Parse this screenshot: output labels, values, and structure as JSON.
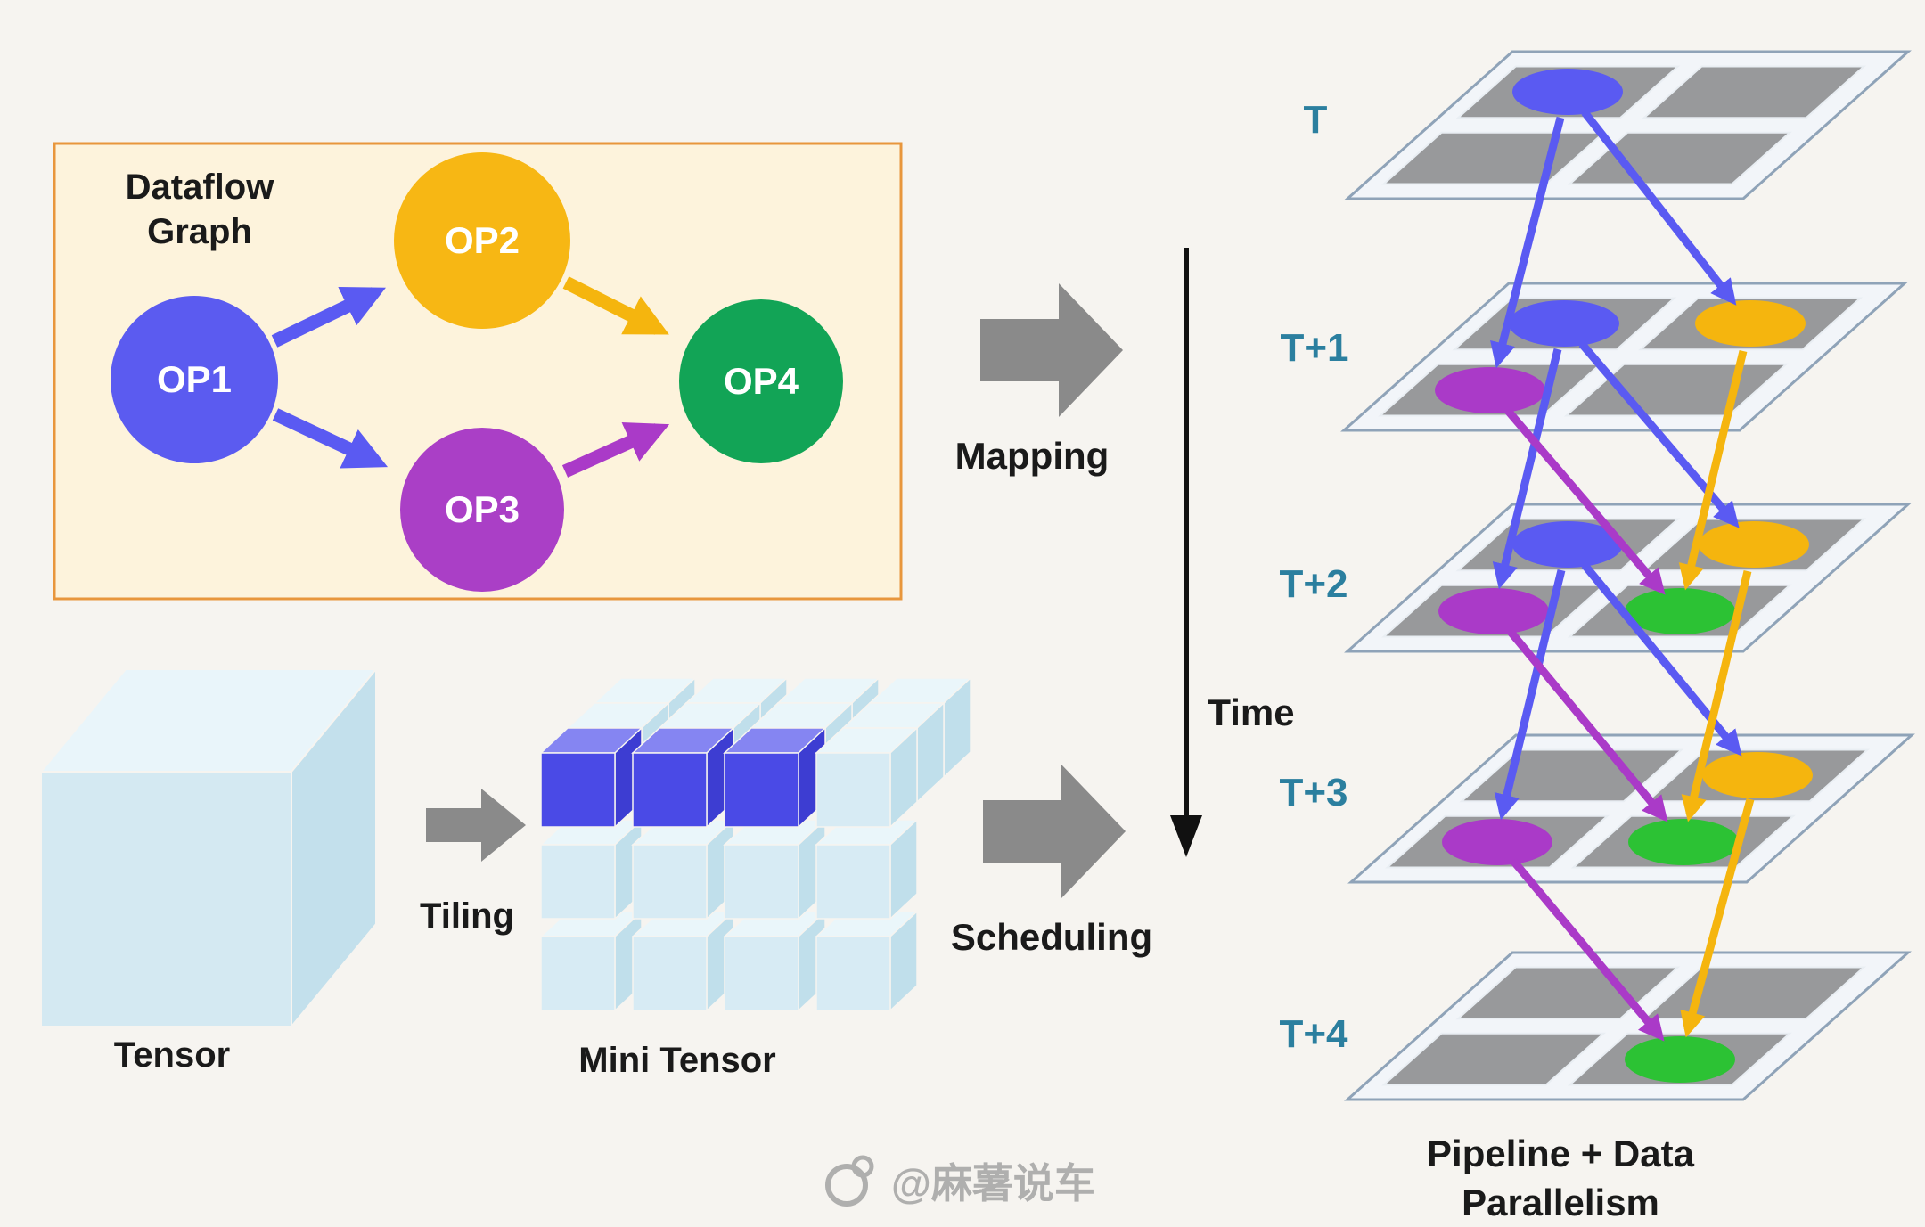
{
  "colors": {
    "background": "#f6f4f0",
    "blue": "#5a5af2",
    "yellow": "#f5b50e",
    "purple": "#aa3ac8",
    "green": "#2cc234",
    "green_dark": "#12a456",
    "gray_arrow": "#8a8a8a",
    "teal_label": "#2b7f9f",
    "dataflow_box_bg": "#fdf3dc",
    "dataflow_box_border": "#e8963c",
    "tile_gray": "#98999b"
  },
  "dataflow_graph": {
    "title_line1": "Dataflow",
    "title_line2": "Graph",
    "nodes": [
      {
        "id": "op1",
        "label": "OP1",
        "color": "#5b5bf0"
      },
      {
        "id": "op2",
        "label": "OP2",
        "color": "#f7b714"
      },
      {
        "id": "op3",
        "label": "OP3",
        "color": "#aa3fc6"
      },
      {
        "id": "op4",
        "label": "OP4",
        "color": "#12a456"
      }
    ],
    "edges": [
      "OP1-OP2",
      "OP1-OP3",
      "OP2-OP4",
      "OP3-OP4"
    ]
  },
  "tensor": {
    "label": "Tensor"
  },
  "tiling": {
    "label": "Tiling"
  },
  "mini_tensor": {
    "label": "Mini Tensor"
  },
  "mapping": {
    "label": "Mapping"
  },
  "scheduling": {
    "label": "Scheduling"
  },
  "time_axis": {
    "label": "Time"
  },
  "timeline": {
    "steps": [
      {
        "label": "T"
      },
      {
        "label": "T+1"
      },
      {
        "label": "T+2"
      },
      {
        "label": "T+3"
      },
      {
        "label": "T+4"
      }
    ]
  },
  "pipeline_label": {
    "line1": "Pipeline + Data",
    "line2": "Parallelism"
  },
  "watermark": {
    "text": "@麻薯说车"
  }
}
